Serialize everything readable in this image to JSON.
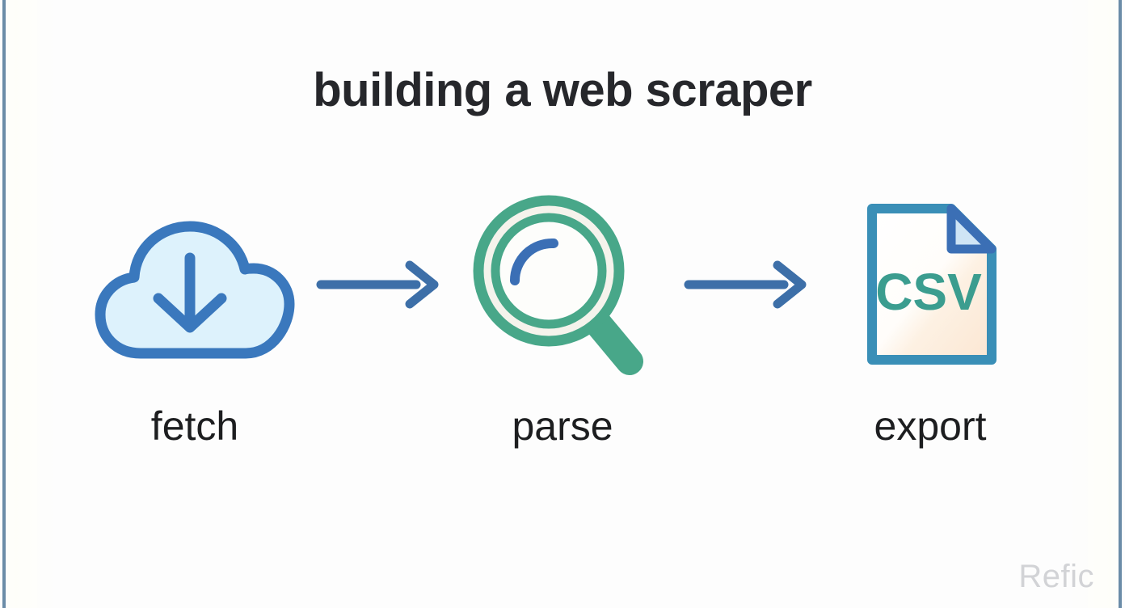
{
  "slide": {
    "title": "building a web scraper",
    "watermark": "Refic",
    "background_color": "#fdfdfd",
    "edge_stripe_color": "#6b8ca8",
    "title_color": "#26272b",
    "label_color": "#1d1e20",
    "watermark_color": "#d2d3d6"
  },
  "flow": {
    "steps": [
      {
        "label": "fetch",
        "icon": "cloud-download-icon",
        "stroke_color": "#3a78bd",
        "fill_color": "#ddf2fc"
      },
      {
        "label": "parse",
        "icon": "magnifier-icon",
        "stroke_color": "#48a789",
        "fill_color": "#f5f3ec",
        "accent_color": "#3b6fb5"
      },
      {
        "label": "export",
        "icon": "csv-file-icon",
        "stroke_color": "#3a8fb7",
        "fill_color": "#fdf0e2",
        "fold_color": "#cfe5f5",
        "text": "CSV",
        "text_color": "#3b9d8f"
      }
    ],
    "connectors": [
      {
        "icon": "arrow-right-icon",
        "color": "#3d6fa8"
      },
      {
        "icon": "arrow-right-icon",
        "color": "#3d6fa8"
      }
    ]
  }
}
